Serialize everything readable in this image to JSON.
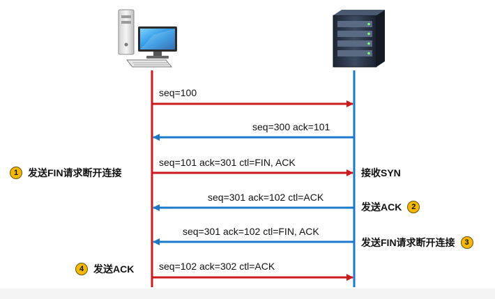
{
  "colors": {
    "client": "#cc1a1a",
    "server": "#1c78c8",
    "badge": "#f5b800"
  },
  "icons": {
    "client": "desktop-computer-icon",
    "server": "server-rack-icon"
  },
  "messages": [
    {
      "text": "seq=100",
      "direction": "client-to-server"
    },
    {
      "text": "seq=300 ack=101",
      "direction": "server-to-client"
    },
    {
      "text": "seq=101 ack=301 ctl=FIN, ACK",
      "direction": "client-to-server"
    },
    {
      "text": "seq=301 ack=102 ctl=ACK",
      "direction": "server-to-client"
    },
    {
      "text": "seq=301 ack=102 ctl=FIN, ACK",
      "direction": "server-to-client"
    },
    {
      "text": "seq=102 ack=302 ctl=ACK",
      "direction": "client-to-server"
    }
  ],
  "notes": {
    "left_1": {
      "badge": "1",
      "text": "发送FIN请求断开连接"
    },
    "left_4": {
      "badge": "4",
      "text": "发送ACK"
    },
    "right_recv": {
      "text": "接收SYN"
    },
    "right_2": {
      "badge": "2",
      "text": "发送ACK"
    },
    "right_3": {
      "badge": "3",
      "text": "发送FIN请求断开连接"
    }
  }
}
